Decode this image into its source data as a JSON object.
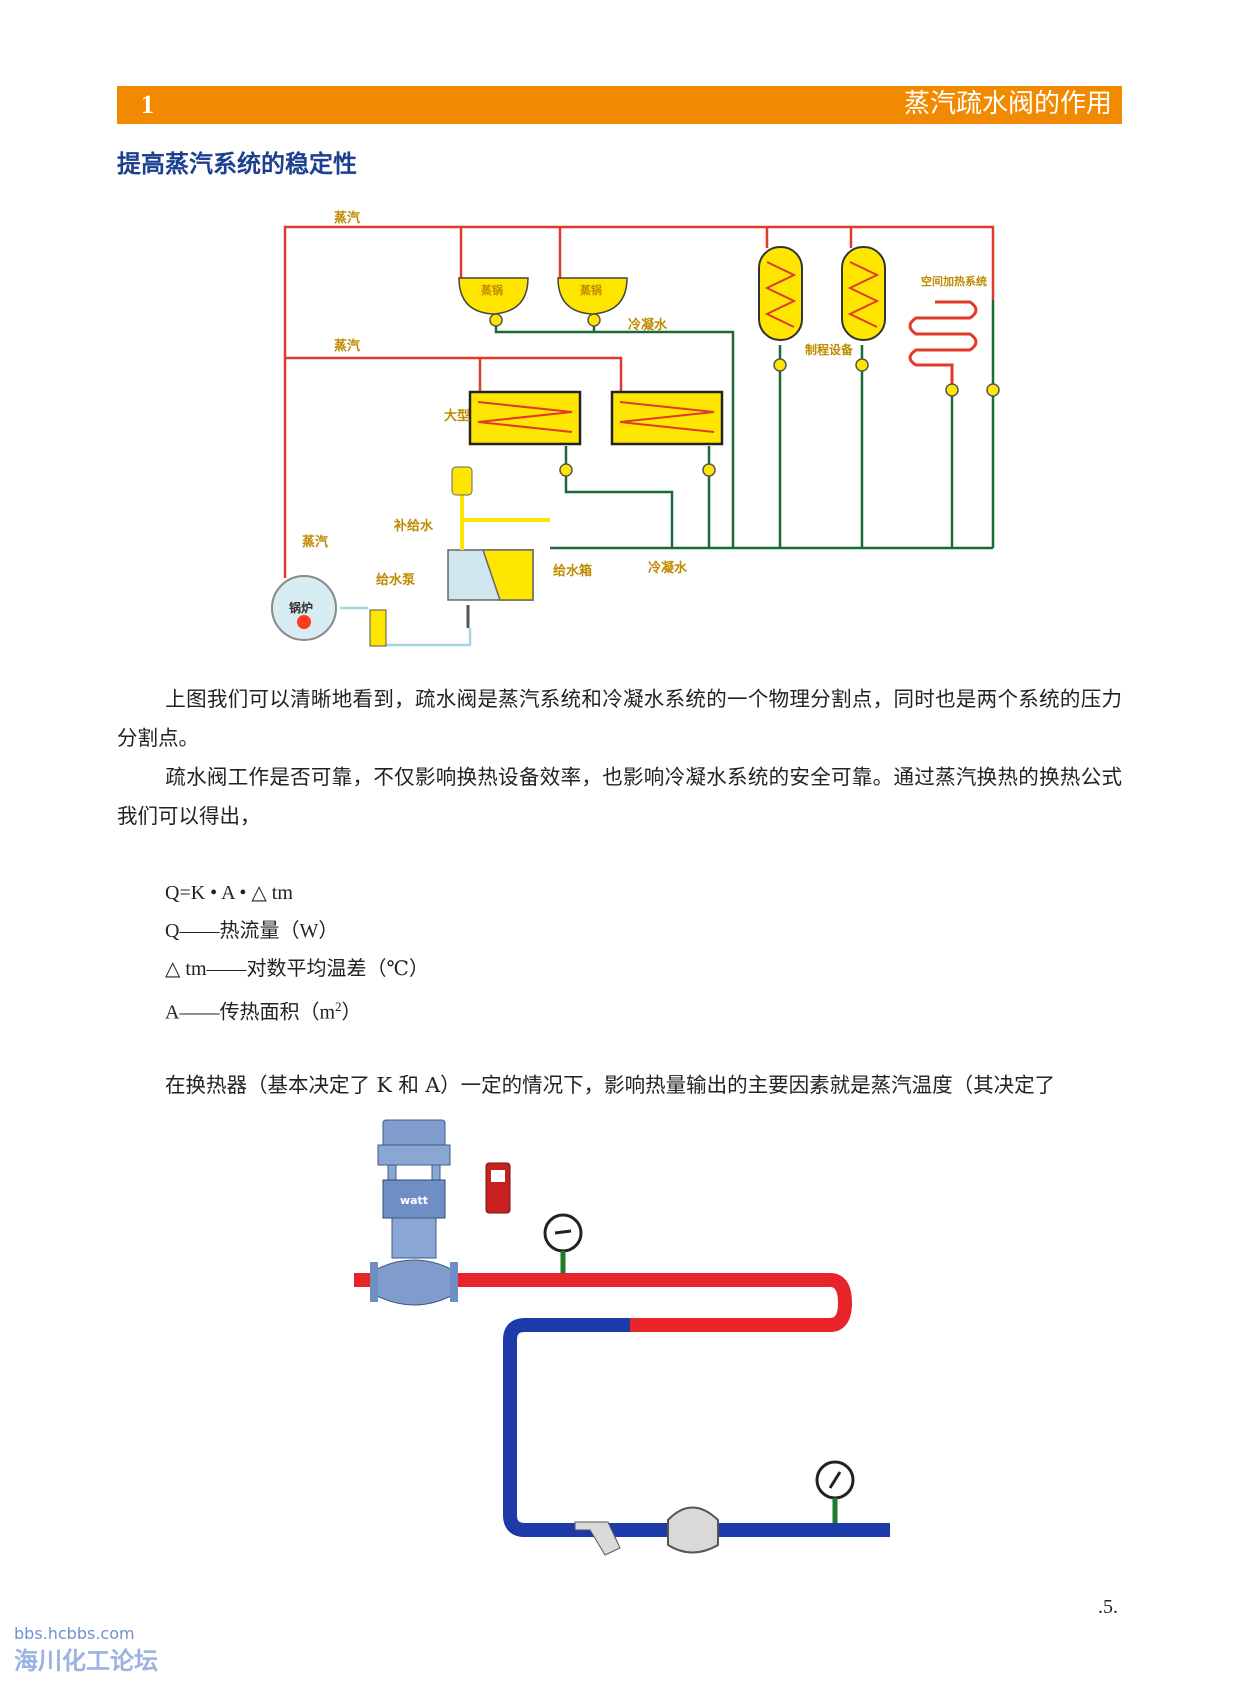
{
  "header": {
    "chapter_number": "1",
    "chapter_title": "蒸汽疏水阀的作用"
  },
  "section_title": "提高蒸汽系统的稳定性",
  "diagram1": {
    "labels": {
      "steam_top": "蒸汽",
      "steam_mid": "蒸汽",
      "steam_boiler": "蒸汽",
      "pot1": "蒸锅",
      "pot2": "蒸锅",
      "condensate_top": "冷凝水",
      "condensate_bottom": "冷凝水",
      "space_heating": "空间加热系统",
      "process_equipment": "制程设备",
      "large_hx": "大型",
      "makeup_water": "补给水",
      "feed_pump": "给水泵",
      "feed_tank": "给水箱",
      "boiler": "锅炉"
    }
  },
  "paragraphs": [
    "上图我们可以清晰地看到，疏水阀是蒸汽系统和冷凝水系统的一个物理分割点，同时也是两个系统的压力分割点。",
    "疏水阀工作是否可靠，不仅影响换热设备效率，也影响冷凝水系统的安全可靠。通过蒸汽换热的换热公式我们可以得出，"
  ],
  "formula": {
    "equation": "Q=K • A • △ tm",
    "q_def": "Q——热流量（W）",
    "tm_def": "△ tm——对数平均温差（℃）",
    "a_def_prefix": "A——传热面积（m",
    "a_def_sup": "2",
    "a_def_suffix": "）"
  },
  "paragraph3": "在换热器（基本决定了 K 和 A）一定的情况下，影响热量输出的主要因素就是蒸汽温度（其决定了",
  "diagram2": {
    "valve_label": "watt"
  },
  "colors": {
    "header": "#f18a00",
    "steam": "#e03a2a",
    "condensate": "#1a6b3a",
    "hot_pipe": "#e8232a",
    "cold_pipe": "#1c3aa8"
  },
  "page_number": ".5.",
  "watermark": {
    "url": "bbs.hcbbs.com",
    "name": "海川化工论坛"
  }
}
